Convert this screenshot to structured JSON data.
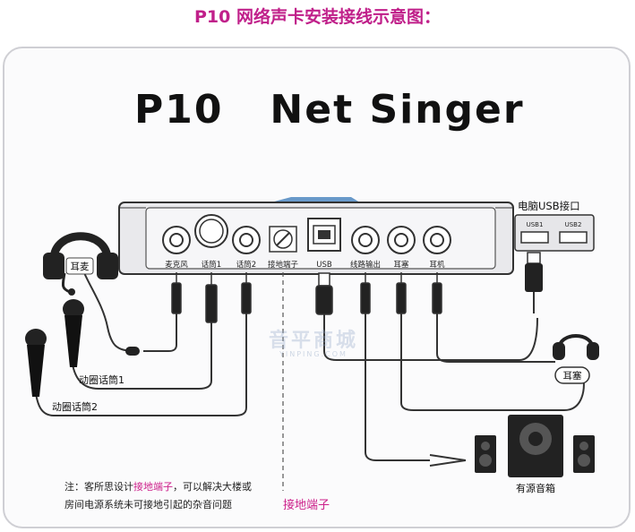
{
  "header": {
    "title": "P10 网络声卡安装接线示意图：",
    "title_color": "#c0208a"
  },
  "product": {
    "title": "P10   Net Singer"
  },
  "soundcard": {
    "ports": [
      {
        "id": "mic",
        "label": "麦克风"
      },
      {
        "id": "mic1",
        "label": "话筒1"
      },
      {
        "id": "mic2",
        "label": "话筒2"
      },
      {
        "id": "ground",
        "label": "接地端子"
      },
      {
        "id": "usb",
        "label": "USB"
      },
      {
        "id": "lineout",
        "label": "线路输出"
      },
      {
        "id": "earbud",
        "label": "耳塞"
      },
      {
        "id": "headphone",
        "label": "耳机"
      }
    ]
  },
  "computer": {
    "title": "电脑USB接口",
    "usb1": "USB1",
    "usb2": "USB2"
  },
  "devices": {
    "headset": "耳麦",
    "mic1": "动圈话筒1",
    "mic2": "动圈话筒2",
    "earbuds": "耳塞",
    "speakers": "有源音箱"
  },
  "note": {
    "prefix": "注：客所思设计",
    "highlight": "接地端子",
    "suffix": "，可以解决大楼或",
    "line2": "房间电源系统未可接地引起的杂音问题"
  },
  "ground_callout": "接地端子",
  "watermark": {
    "main": "音平商城",
    "sub": "YINPING.COM"
  },
  "colors": {
    "accent": "#cc1f8a",
    "cable": "#333333",
    "device_face": "#e8e8ea",
    "jack_blue": "#2a6fb5"
  }
}
